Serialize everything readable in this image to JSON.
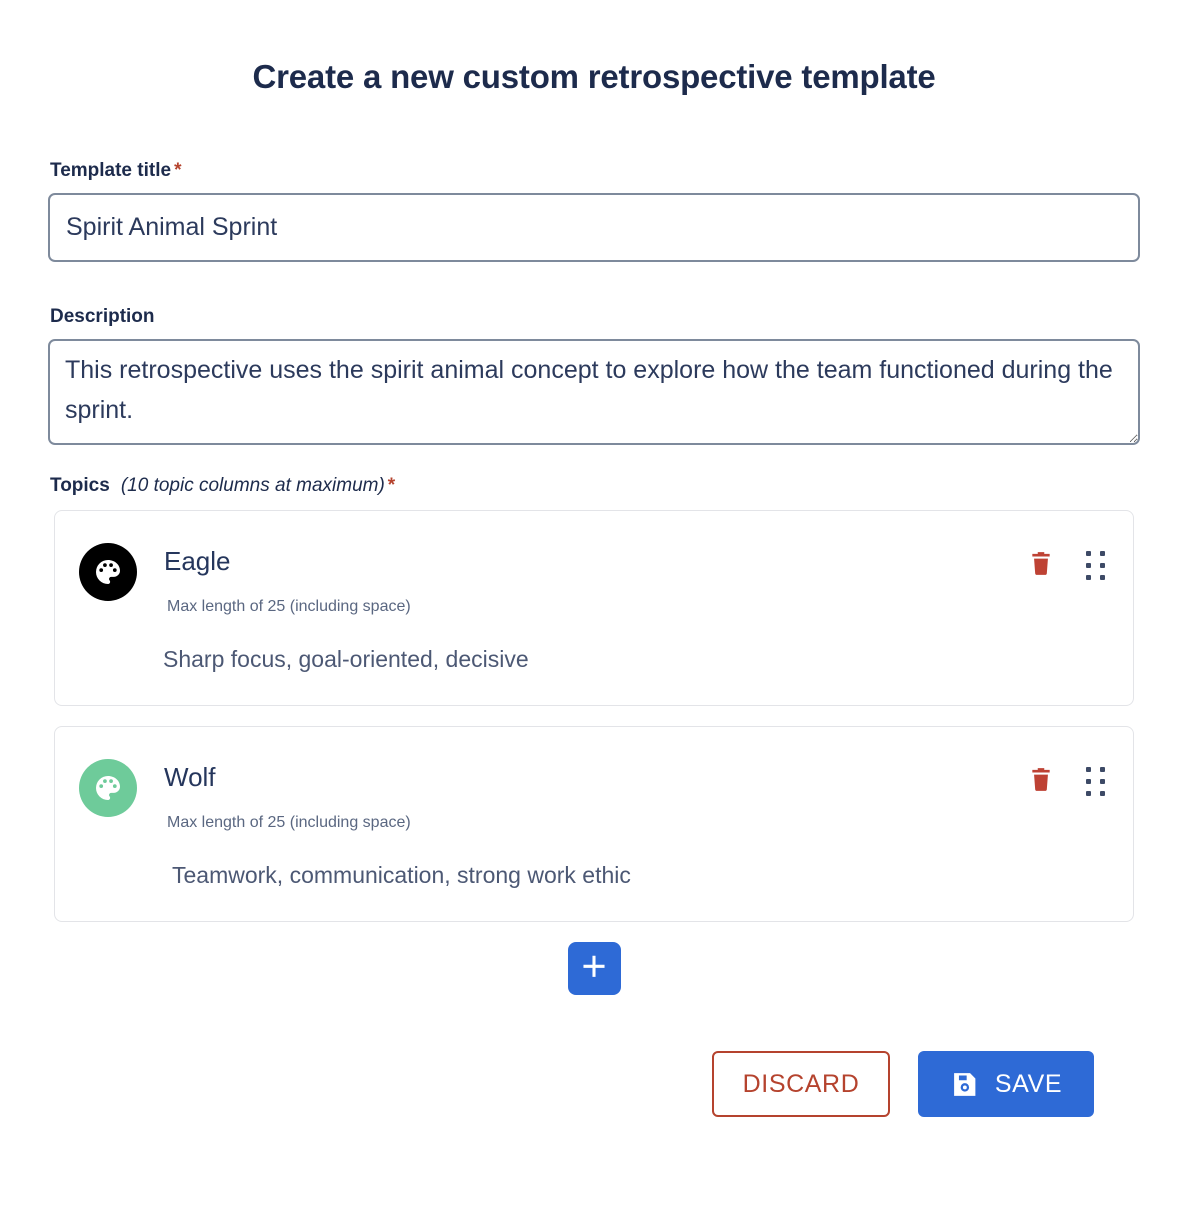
{
  "page": {
    "title": "Create a new custom retrospective template"
  },
  "template_title": {
    "label": "Template title",
    "required_marker": "*",
    "value": "Spirit Animal Sprint",
    "placeholder": "Template title"
  },
  "description": {
    "label": "Description",
    "value": "This retrospective uses the spirit animal concept to explore how the team functioned during the sprint.",
    "placeholder": "Description"
  },
  "topics": {
    "label": "Topics",
    "hint": "(10 topic columns at maximum)",
    "required_marker": "*",
    "max_length_hint": "Max length of 25 (including space)",
    "items": [
      {
        "name": "Eagle",
        "hint": "Max length of 25 (including space)",
        "description": "Sharp focus, goal-oriented, decisive",
        "avatar_color": "#000000",
        "avatar_icon": "palette-icon",
        "delete_icon": "trash-icon",
        "drag_icon": "drag-handle-icon"
      },
      {
        "name": "Wolf",
        "hint": "Max length of 25 (including space)",
        "description": "Teamwork, communication, strong work ethic",
        "avatar_color": "#6ecb9a",
        "avatar_icon": "palette-icon",
        "delete_icon": "trash-icon",
        "drag_icon": "drag-handle-icon"
      }
    ],
    "add_button_icon": "plus-icon"
  },
  "footer": {
    "discard_label": "DISCARD",
    "save_label": "SAVE",
    "save_icon": "floppy-disk-icon"
  },
  "colors": {
    "primary_blue": "#2e6ad6",
    "danger_red": "#b5432e",
    "text_dark": "#1d2b4c",
    "text_muted": "#5a6781",
    "input_border": "#7e8a9c",
    "card_border": "#e3e4e8",
    "green_avatar": "#6ecb9a",
    "black_avatar": "#000000"
  }
}
